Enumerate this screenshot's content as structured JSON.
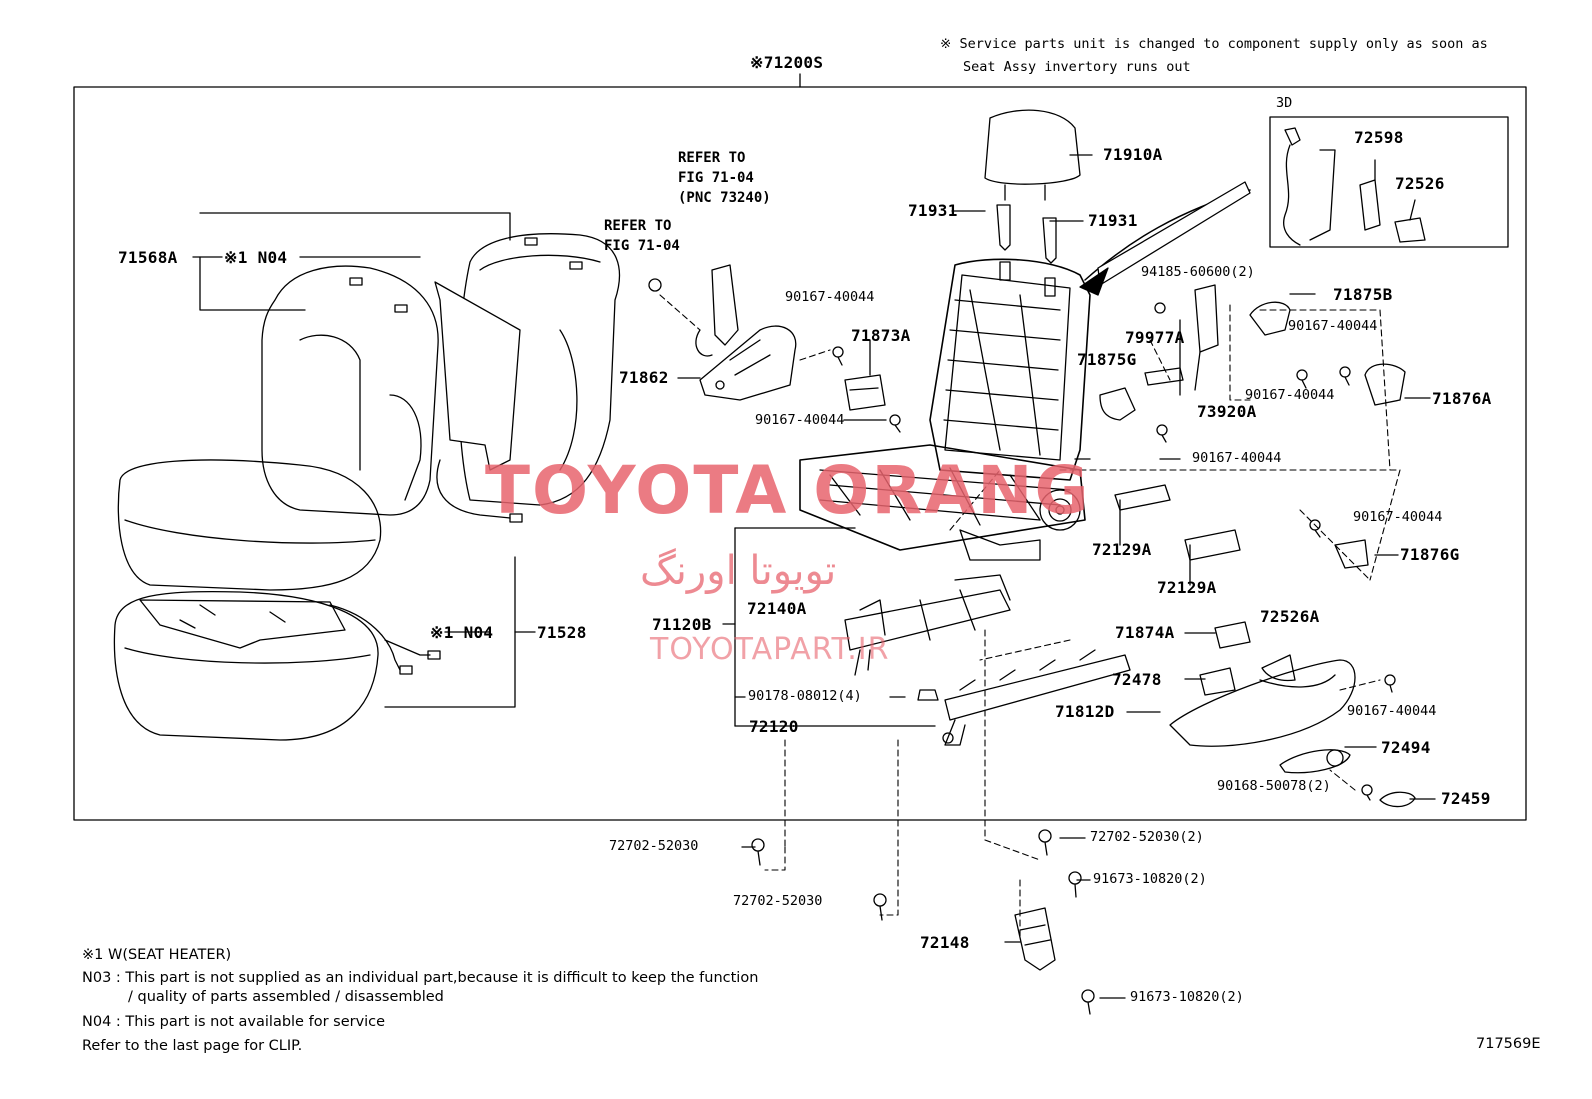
{
  "header": {
    "assembly_label": "※71200S",
    "service_note_line1": "※ Service parts unit is changed to component supply only as soon as",
    "service_note_line2": "Seat Assy invertory runs out"
  },
  "inset": {
    "title": "3D",
    "part_a": "72598",
    "part_b": "72526"
  },
  "references": {
    "ref1": "REFER TO\nFIG 71-04\n(PNC 73240)",
    "ref2": "REFER TO\nFIG 71-04"
  },
  "parts": {
    "p71568A": "71568A",
    "p71568A_note": "※1 N04",
    "p71528": "71528",
    "p71528_note": "※1 N04",
    "p71910A": "71910A",
    "p71931_left": "71931",
    "p71931_right": "71931",
    "p71862": "71862",
    "p71873A": "71873A",
    "p90167_a": "90167-40044",
    "p90167_b": "90167-40044",
    "p94185": "94185-60600(2)",
    "p79977A": "79977A",
    "p71875G": "71875G",
    "p73920A": "73920A",
    "p90167_c": "90167-40044",
    "p71875B": "71875B",
    "p90167_d": "90167-40044",
    "p90167_e": "90167-40044",
    "p71876A": "71876A",
    "p90167_f": "90167-40044",
    "p71876G": "71876G",
    "p72129A_a": "72129A",
    "p72129A_b": "72129A",
    "p71120B": "71120B",
    "p72140A": "72140A",
    "p90178": "90178-08012(4)",
    "p72120": "72120",
    "p71874A": "71874A",
    "p72526A": "72526A",
    "p72478": "72478",
    "p71812D": "71812D",
    "p90167_g": "90167-40044",
    "p72494": "72494",
    "p90168": "90168-50078(2)",
    "p72459": "72459",
    "p72702_a": "72702-52030",
    "p72702_b": "72702-52030",
    "p72702_c": "72702-52030(2)",
    "p91673_a": "91673-10820(2)",
    "p91673_b": "91673-10820(2)",
    "p72148": "72148"
  },
  "footnotes": {
    "line1": "※1  W(SEAT HEATER)",
    "line2": "N03 : This part is not supplied as an individual part,because it is difficult to keep the function",
    "line3": "/ quality of parts assembled / disassembled",
    "line4": "N04 : This part is not available for service",
    "line5": "Refer to the last page for CLIP."
  },
  "figure_code": "717569E",
  "watermark": {
    "brand": "TOYOTA ORANG",
    "persian": "تویوتا اورنگ",
    "site": "TOYOTAPART.IR"
  },
  "colors": {
    "watermark": "#e8646e",
    "ink": "#000000"
  }
}
